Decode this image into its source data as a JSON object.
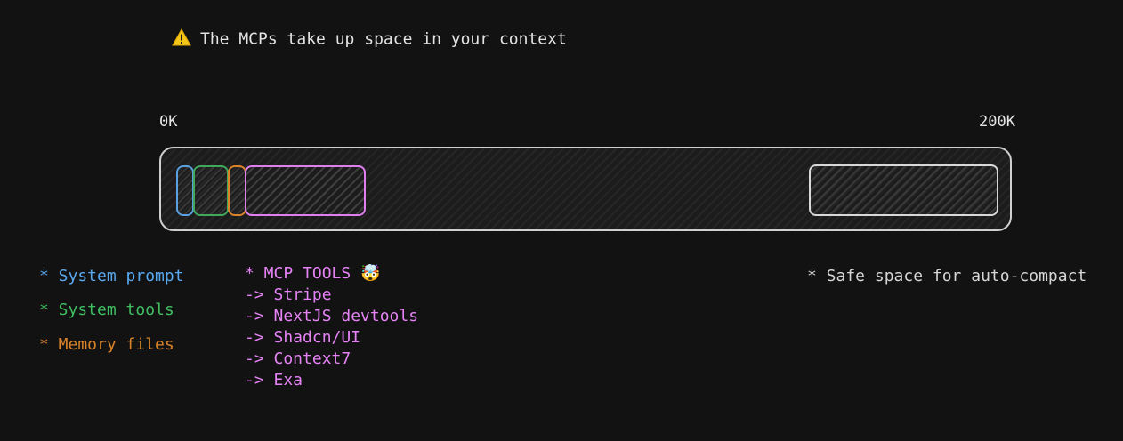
{
  "header": {
    "warning_icon": "warning-icon",
    "title": "The MCPs take up space in your context"
  },
  "axis": {
    "min_label": "0K",
    "max_label": "200K"
  },
  "legend": {
    "system_prompt": "* System prompt",
    "system_tools": "* System tools",
    "memory_files": "* Memory files",
    "safe_space": "* Safe space for auto-compact"
  },
  "mcp": {
    "heading": "* MCP TOOLS",
    "heading_emoji": "🤯",
    "items": [
      "-> Stripe",
      "-> NextJS devtools",
      "-> Shadcn/UI",
      "-> Context7",
      "-> Exa"
    ]
  },
  "colors": {
    "system_prompt": "#5aa8ee",
    "system_tools": "#3fbf62",
    "memory_files": "#d9832a",
    "mcp_tools": "#e583f5",
    "safe_space": "#d6d6d6",
    "background": "#121212"
  }
}
